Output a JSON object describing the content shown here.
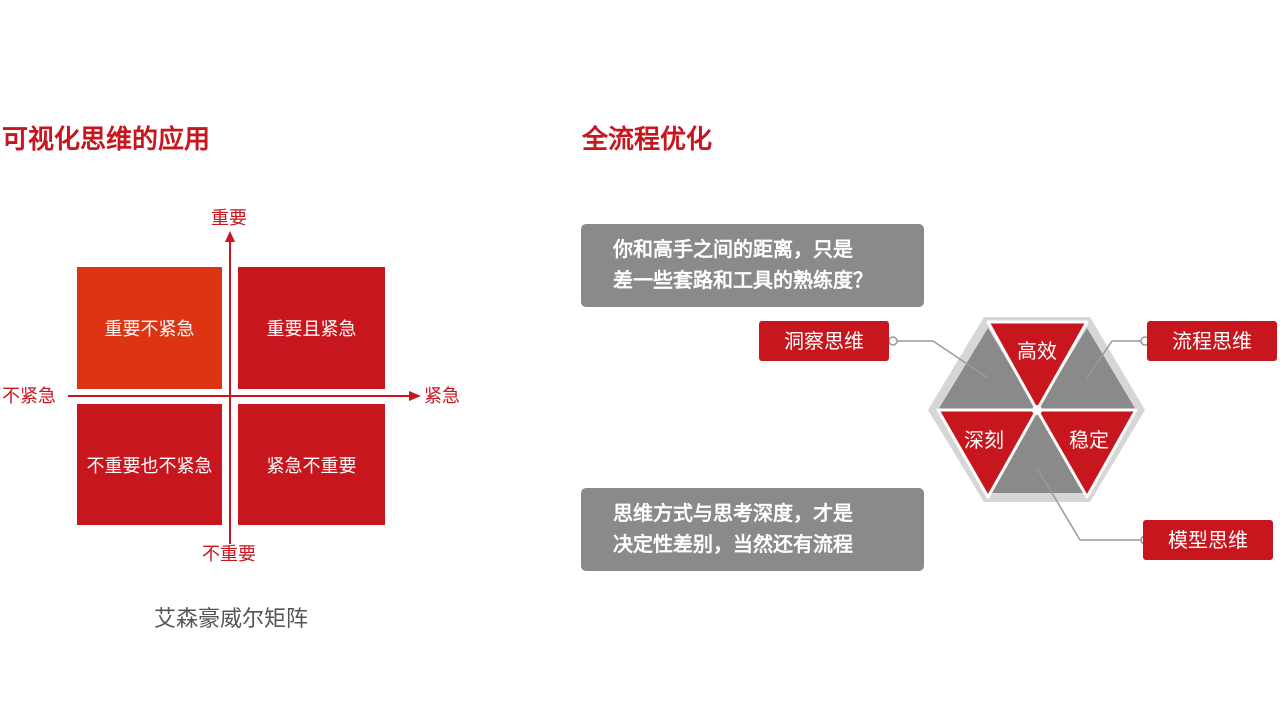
{
  "left": {
    "heading": "可视化思维的应用",
    "matrix": {
      "axis_top": "重要",
      "axis_bottom": "不重要",
      "axis_left": "不紧急",
      "axis_right": "紧急",
      "quadrants": {
        "top_left": "重要不紧急",
        "top_right": "重要且紧急",
        "bottom_left": "不重要也不紧急",
        "bottom_right": "紧急不重要"
      },
      "caption": "艾森豪威尔矩阵"
    }
  },
  "right": {
    "heading": "全流程优化",
    "top_box": {
      "line1": "你和高手之间的距离，只是",
      "line2": "差一些套路和工具的熟练度？"
    },
    "bottom_box": {
      "line1": "思维方式与思考深度，才是",
      "line2": "决定性差别，当然还有流程"
    },
    "hexagon": {
      "segments": [
        "高效",
        "深刻",
        "稳定"
      ]
    },
    "tags": {
      "insight": "洞察思维",
      "process": "流程思维",
      "model": "模型思维"
    }
  },
  "colors": {
    "accent_red": "#c8161e",
    "quadrant_orange": "#dd3414",
    "grey": "#8a8a8a",
    "hex_border": "#d6d6d6"
  }
}
